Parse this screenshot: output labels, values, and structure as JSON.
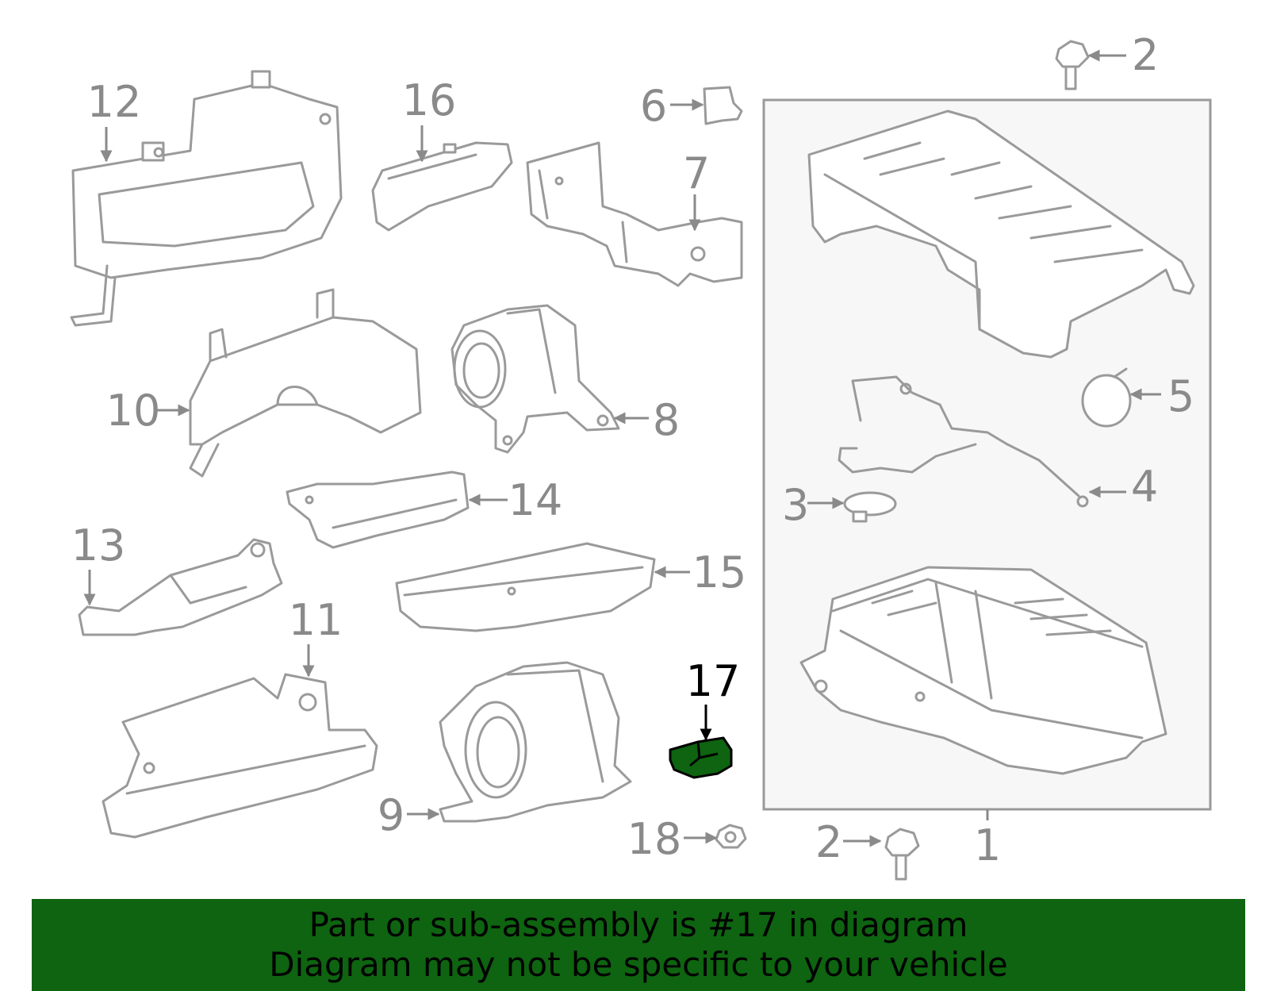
{
  "colors": {
    "highlight_part": "#0e6410",
    "banner_bg": "#0e6410",
    "callout_gray": "#8a8a8a",
    "line_gray": "#9a9a9a",
    "assembly_box_bg": "#f7f7f7"
  },
  "callouts": {
    "c1": "1",
    "c2a": "2",
    "c2b": "2",
    "c3": "3",
    "c4": "4",
    "c5": "5",
    "c6": "6",
    "c7": "7",
    "c8": "8",
    "c9": "9",
    "c10": "10",
    "c11": "11",
    "c12": "12",
    "c13": "13",
    "c14": "14",
    "c15": "15",
    "c16": "16",
    "c17": "17",
    "c18": "18"
  },
  "highlighted_part": "17",
  "banner": {
    "line1": "Part or sub-assembly is #17 in diagram",
    "line2": "Diagram may not be specific to your vehicle"
  }
}
